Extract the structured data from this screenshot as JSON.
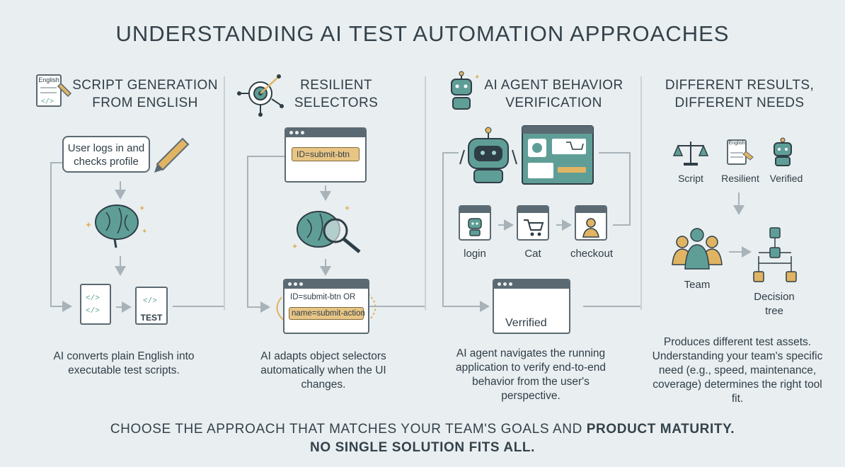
{
  "title": "UNDERSTANDING AI TEST AUTOMATION APPROACHES",
  "columns": [
    {
      "heading_line1": "SCRIPT GENERATION",
      "heading_line2": "FROM ENGLISH",
      "icon": "document-pencil-icon",
      "icon_text": "English",
      "bubble_line1": "User logs in and",
      "bubble_line2": "checks profile",
      "test_label": "TEST",
      "caption": "AI converts plain English into executable test scripts."
    },
    {
      "heading_line1": "RESILIENT",
      "heading_line2": "SELECTORS",
      "icon": "target-network-icon",
      "selector_before": "ID=submit-btn",
      "selector_after_line1": "ID=submit-btn OR",
      "selector_after_line2": "name=submit-action",
      "caption": "AI adapts object selectors automatically when the UI changes."
    },
    {
      "heading_line1": "AI AGENT BEHAVIOR",
      "heading_line2": "VERIFICATION",
      "icon": "robot-icon",
      "steps": [
        "login",
        "Cat",
        "checkout"
      ],
      "verified_label": "Verrified",
      "caption": "AI agent navigates the running application to verify end-to-end behavior from the user's perspective."
    },
    {
      "heading_line1": "DIFFERENT RESULTS,",
      "heading_line2": "DIFFERENT NEEDS",
      "legend": [
        "Script",
        "Resilient",
        "Verified"
      ],
      "legend_icon_text": "English",
      "team_label": "Team",
      "tree_label_line1": "Decision",
      "tree_label_line2": "tree",
      "caption": "Produces different test assets. Understanding your team's specific need (e.g., speed, maintenance, coverage) determines the right tool fit."
    }
  ],
  "footer": {
    "line1_regular": "CHOOSE THE APPROACH THAT MATCHES YOUR TEAM'S GOALS AND ",
    "line1_bold": "PRODUCT MATURITY.",
    "line2": "NO SINGLE SOLUTION FITS ALL."
  },
  "colors": {
    "background": "#e9eef1",
    "ink": "#2f3e46",
    "teal": "#5f9e97",
    "gold": "#e0b463",
    "frame": "#5b6a72"
  }
}
